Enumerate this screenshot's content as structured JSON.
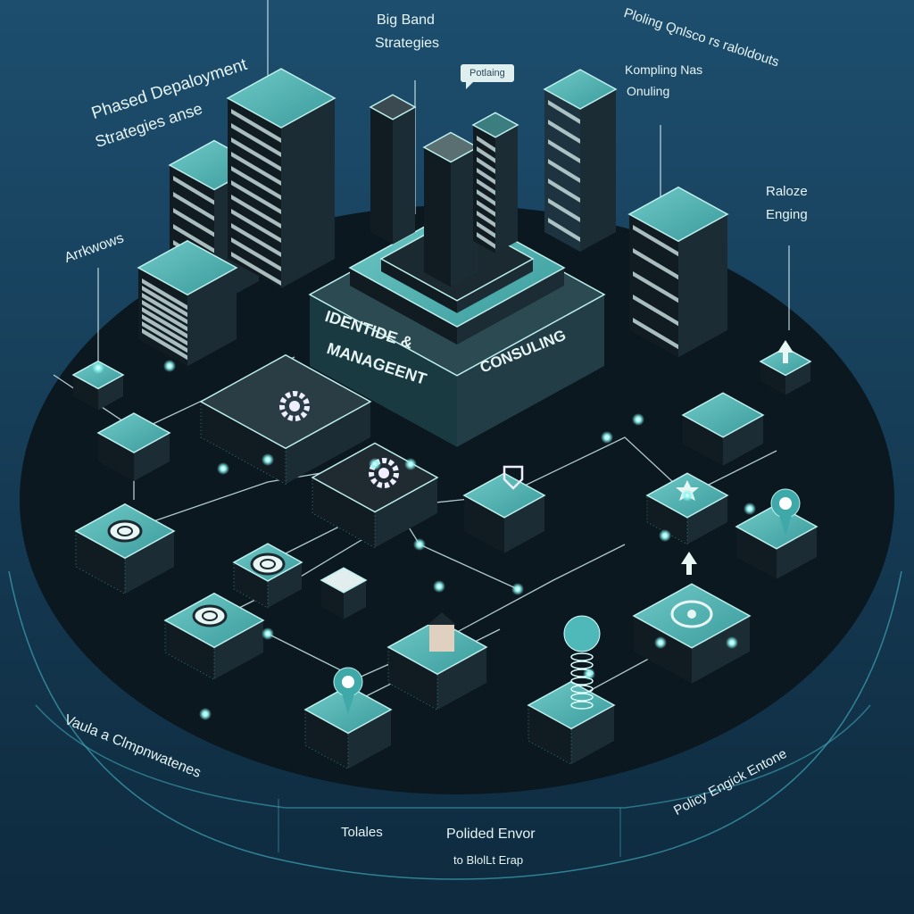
{
  "labels": {
    "phased": "Phased Depaloyment",
    "phased_sub": "Strategies anse",
    "big_bang": "Big Band",
    "big_bang_sub": "Strategies",
    "bubble": "Potlaing",
    "piloting_1": "Ploling Qnlsco rs raloldouts",
    "piloting_2": "Kompling Nas",
    "piloting_3": "Onuling",
    "arrows": "Arrkwows",
    "rollout_1": "Raloze",
    "rollout_2": "Enging",
    "identity_1": "IDENTIDE &",
    "identity_2": "MANAGEENT",
    "consulting": "CONSULING",
    "value": "Vaula a Clmpnwatenes",
    "tools": "Tolales",
    "policied": "Polided Envor",
    "policied_sub": "to BlolLt Erap",
    "policy_engine": "Policy Engick Entone"
  },
  "colors": {
    "background_top": "#1d4e6e",
    "background_bottom": "#0e2a3e",
    "platform": "#0b1820",
    "accent": "#4fb8b8",
    "accent_light": "#7fd6d2",
    "dark_block": "#16252d",
    "glow": "#8ff4f0"
  },
  "icons": [
    "gear-icon",
    "shield-icon",
    "star-icon",
    "map-pin-icon",
    "eye-icon",
    "circle-target-icon",
    "building-icon",
    "spring-icon",
    "arrow-up-icon",
    "arrow-down-icon"
  ]
}
